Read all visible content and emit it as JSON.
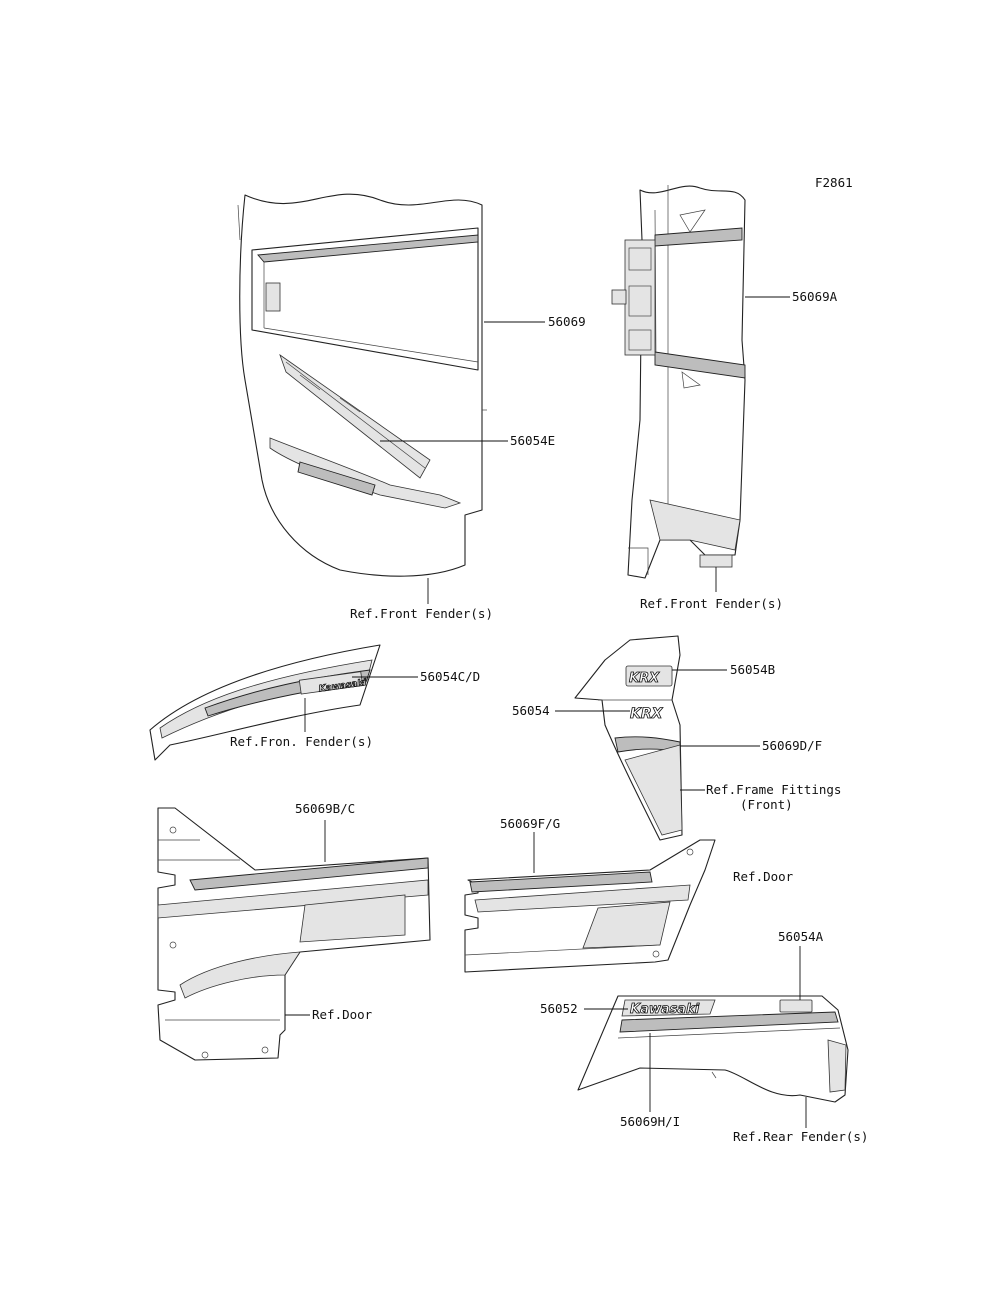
{
  "figure_code": "F2861",
  "labels": {
    "l56069": "56069",
    "l56054E": "56054E",
    "ref_front_fender_1": "Ref.Front Fender(s)",
    "l56069A": "56069A",
    "ref_front_fender_2": "Ref.Front Fender(s)",
    "l56054CD": "56054C/D",
    "ref_front_fender_3": "Ref.Fron. Fender(s)",
    "l56054B": "56054B",
    "l56054": "56054",
    "l56069DF": "56069D/F",
    "ref_frame_fittings_1": "Ref.Frame Fittings",
    "ref_frame_fittings_2": "(Front)",
    "l56069BC": "56069B/C",
    "l56069FG": "56069F/G",
    "ref_door_1": "Ref.Door",
    "ref_door_2": "Ref.Door",
    "l56054A": "56054A",
    "l56052": "56052",
    "l56069HI": "56069H/I",
    "ref_rear_fender": "Ref.Rear Fender(s)"
  },
  "decals": {
    "brand": "Kawasaki",
    "model_badge": "KRX"
  }
}
